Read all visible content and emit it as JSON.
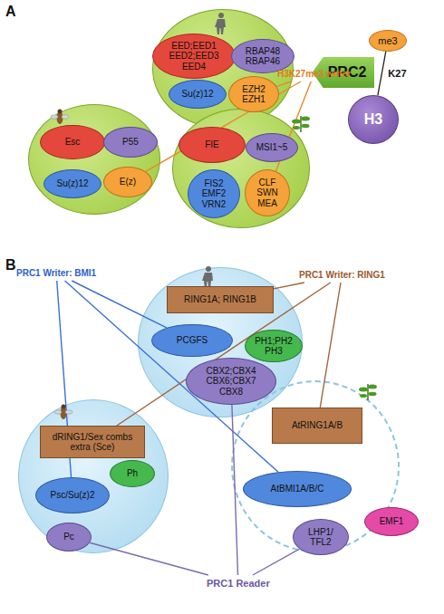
{
  "diagram": {
    "nodes": [
      {
        "text": []
      },
      {
        "text": [
          "EED;EED1 EED2;EED3 EED4"
        ],
        "in": 0
      },
      {
        "text": [
          "RBAP48 RBAP46"
        ],
        "in": 0
      },
      {
        "text": [
          "Su(z)12"
        ],
        "in": 0
      },
      {
        "text": [
          "EZH2 EZH1"
        ],
        "in": 0
      },
      {
        "text": []
      },
      {
        "text": [
          "Esc"
        ],
        "in": 5
      },
      {
        "text": [
          "P55"
        ],
        "in": 5
      },
      {
        "text": [
          "Su(z)12"
        ],
        "in": 5
      },
      {
        "text": [
          "E(z)"
        ],
        "in": 5
      },
      {
        "text": []
      },
      {
        "text": [
          "FIE"
        ],
        "in": 10
      },
      {
        "text": [
          "MSI1~5"
        ],
        "in": 10
      },
      {
        "text": [
          "FIS2 EMF2 VRN2"
        ],
        "in": 10
      },
      {
        "text": [
          "CLF SWN MEA"
        ],
        "in": 10
      },
      {
        "text": [
          "PRC2"
        ]
      },
      {
        "text": [
          "me3"
        ]
      },
      {
        "text": [
          "H3"
        ]
      },
      {
        "text": []
      },
      {
        "text": [
          "RING1A; RING1B"
        ],
        "in": 18
      },
      {
        "text": [
          "PCGFS"
        ],
        "in": 18
      },
      {
        "text": [
          "PH1;PH2 PH3"
        ],
        "in": 18
      },
      {
        "text": [
          "CBX2;CBX4 CBX6;CBX7 CBX8"
        ],
        "in": 18
      },
      {
        "text": []
      },
      {
        "text": [
          "dRING1/Sex combs extra (Sce)"
        ],
        "in": 23
      },
      {
        "text": [
          "Ph"
        ],
        "in": 23
      },
      {
        "text": [
          "Psc/Su(z)2"
        ],
        "in": 23
      },
      {
        "text": [
          "Pc"
        ],
        "in": 23
      },
      {
        "text": []
      },
      {
        "text": [
          "AtRING1A/B"
        ],
        "in": 28
      },
      {
        "text": [
          "AtBMI1A/B/C"
        ],
        "in": 28
      },
      {
        "text": [
          "LHP1/ TFL2"
        ],
        "in": 28
      },
      {
        "text": [
          "EMF1"
        ]
      }
    ],
    "edges": [
      {
        "from": 16,
        "to": 17,
        "label": "K27",
        "arrow": "none"
      }
    ],
    "labels": [
      "A",
      "H3K27me3 writer",
      "B",
      "PRC1 Writer: BMI1",
      "PRC1 Writer: RING1",
      "PRC1 Reader"
    ]
  }
}
